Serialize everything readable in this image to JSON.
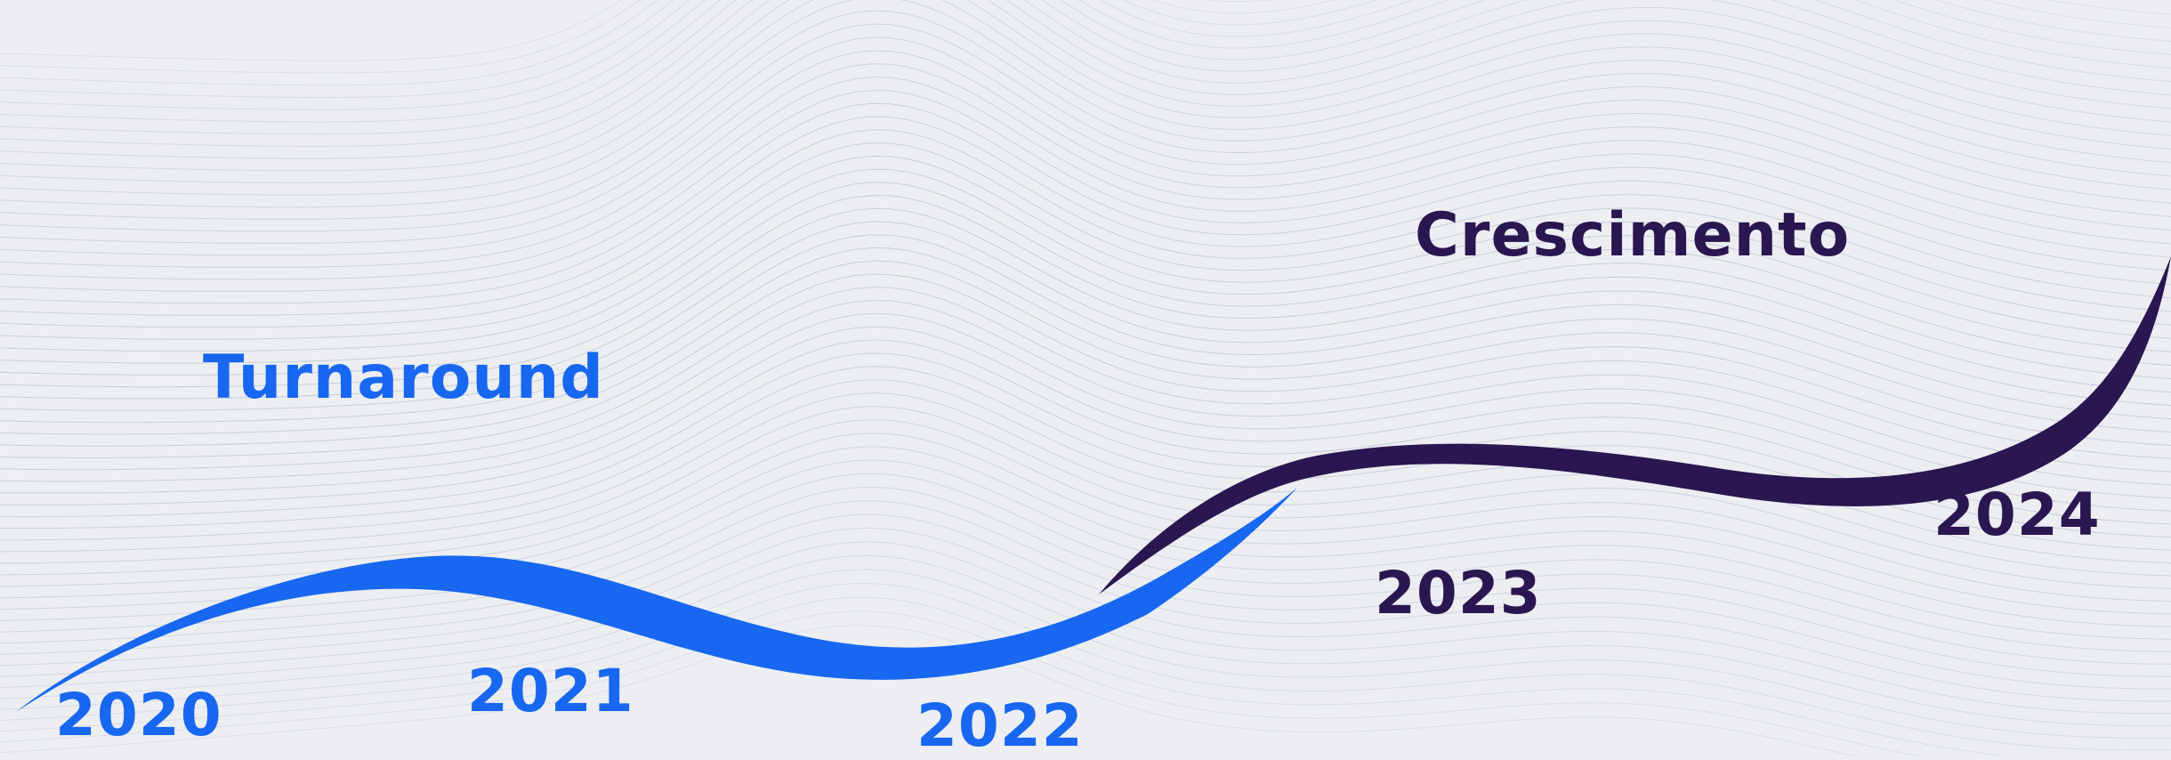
{
  "phases": {
    "turnaround": {
      "label": "Turnaround",
      "color": "#1767f0"
    },
    "growth": {
      "label": "Crescimento",
      "color": "#2a1650"
    }
  },
  "years": [
    {
      "label": "2020",
      "phase": "turnaround"
    },
    {
      "label": "2021",
      "phase": "turnaround"
    },
    {
      "label": "2022",
      "phase": "turnaround"
    },
    {
      "label": "2023",
      "phase": "growth"
    },
    {
      "label": "2024",
      "phase": "growth"
    }
  ],
  "colors": {
    "background": "#eceef1",
    "wave_lines": "#9aa6c4"
  }
}
